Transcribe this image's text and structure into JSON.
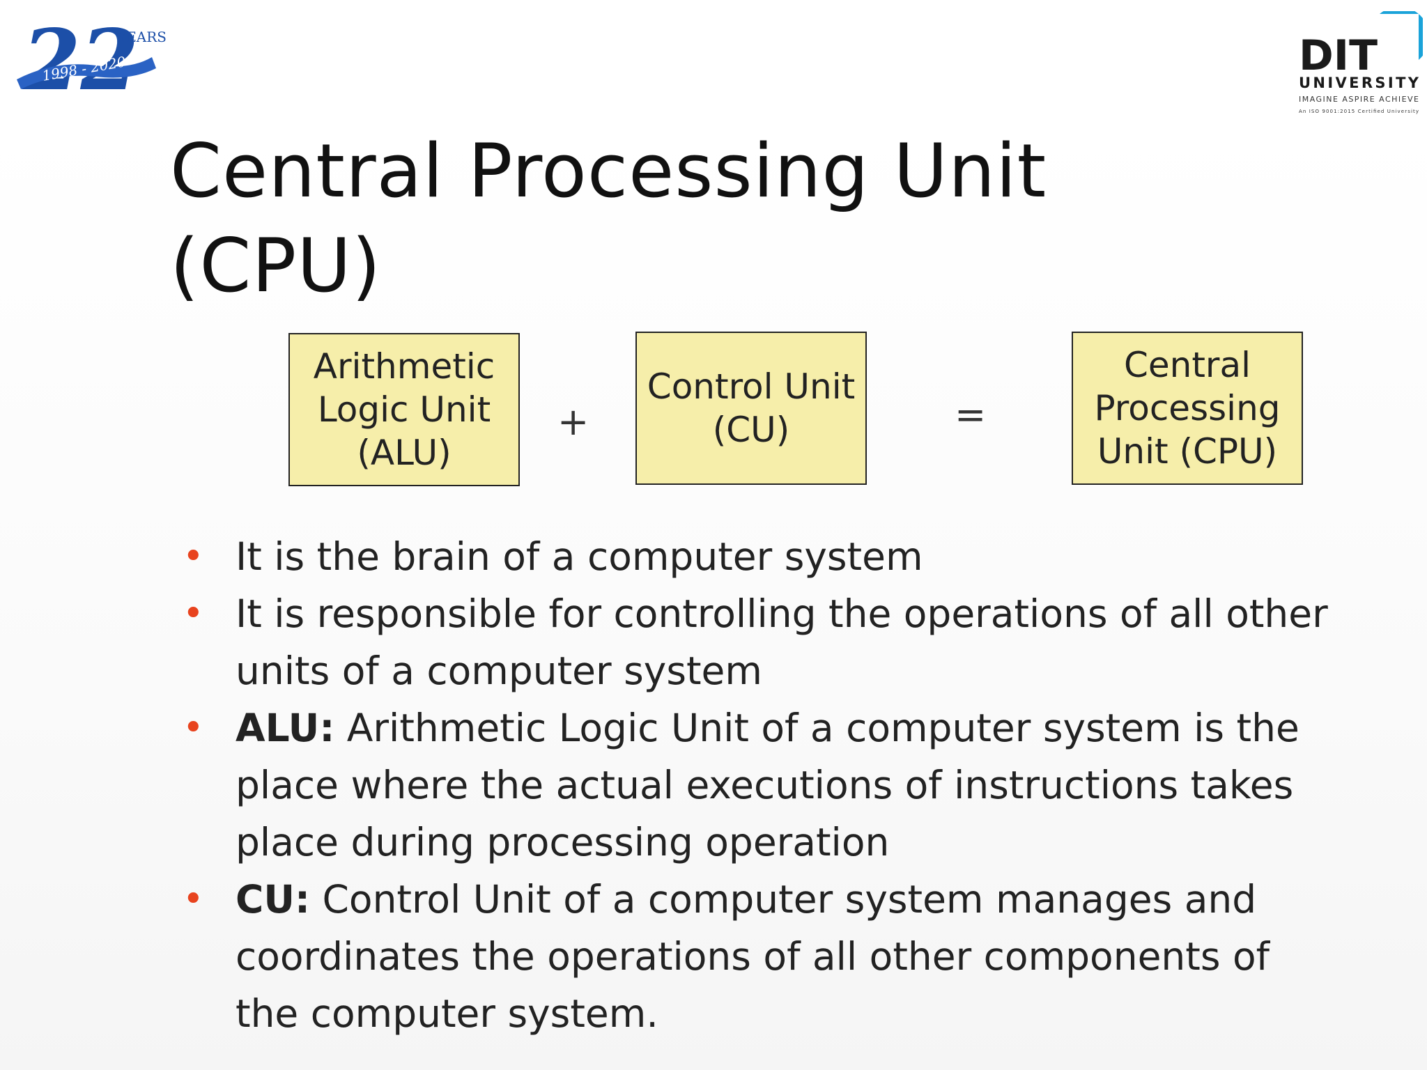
{
  "logos": {
    "anniversary": {
      "number": "22",
      "years_label": "YEARS",
      "range": "1998 - 2020"
    },
    "university": {
      "name": "DIT",
      "subtitle": "UNIVERSITY",
      "tagline": "IMAGINE  ASPIRE  ACHIEVE",
      "certification": "An ISO 9001:2015 Certified University"
    }
  },
  "slide": {
    "title_line1": "Central Processing Unit",
    "title_line2": "(CPU)"
  },
  "equation": {
    "alu_box": "Arithmetic\nLogic Unit\n(ALU)",
    "plus": "+",
    "cu_box": "Control Unit\n(CU)",
    "equals": "=",
    "cpu_box": "Central\nProcessing\nUnit (CPU)"
  },
  "bullets": [
    {
      "term": "",
      "text": "It is the brain of a computer system"
    },
    {
      "term": "",
      "text": "It is responsible for controlling the operations of  all other units of a computer system"
    },
    {
      "term": "ALU:",
      "text": " Arithmetic Logic Unit of a computer system is the place  where the actual executions of instructions takes place during  processing operation"
    },
    {
      "term": "CU:",
      "text": " Control Unit of a computer system manages and coordinates the operations of all other components of the computer system."
    }
  ],
  "colors": {
    "box_fill": "#f6eeaa",
    "bullet": "#e8431e",
    "logo_blue": "#1c4fa8",
    "dit_cyan": "#1aa3d9"
  }
}
